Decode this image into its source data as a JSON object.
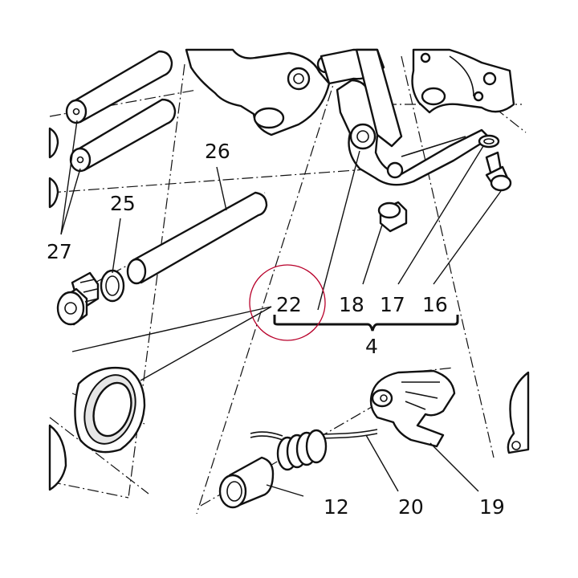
{
  "labels": {
    "p12": "12",
    "p16": "16",
    "p17": "17",
    "p18": "18",
    "p19": "19",
    "p20": "20",
    "p22": "22",
    "p25": "25",
    "p26": "26",
    "p27": "27",
    "group": "4"
  },
  "colors": {
    "line": "#111111",
    "highlight_circle": "#b8002a",
    "background": "#ffffff"
  }
}
